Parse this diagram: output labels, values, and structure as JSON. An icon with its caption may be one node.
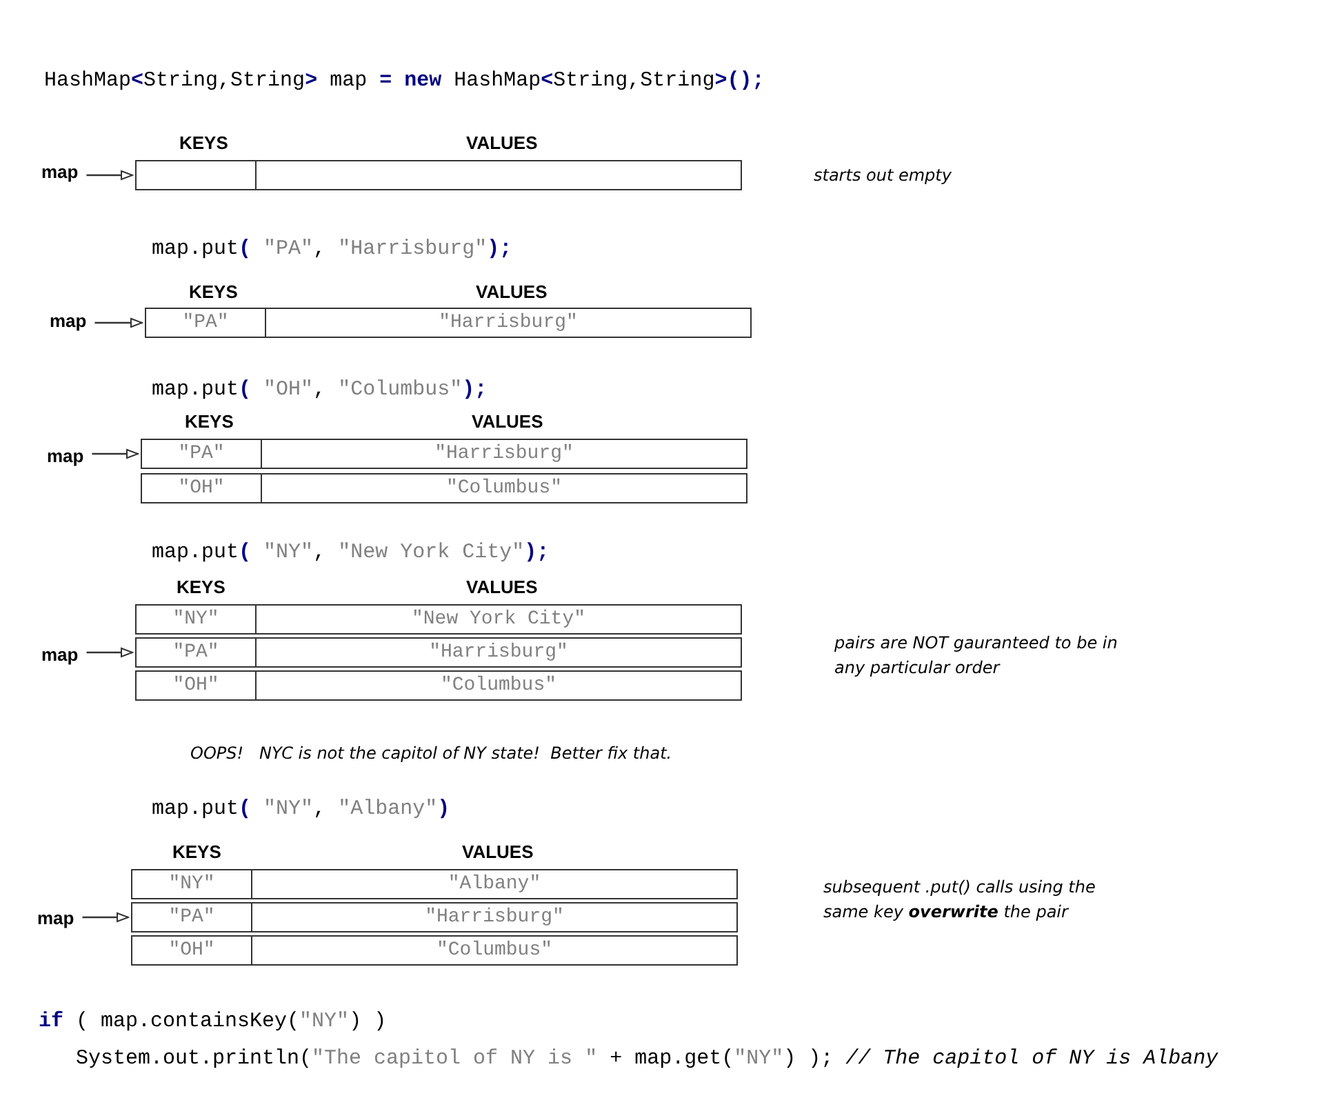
{
  "diagram": {
    "nodes": [
      {
        "text": [
          "map"
        ]
      },
      {
        "text": [
          "KEYS",
          "VALUES"
        ]
      },
      {
        "text": [
          "map"
        ]
      },
      {
        "text": [
          "KEYS",
          "VALUES",
          "\"PA\"",
          "\"Harrisburg\""
        ]
      },
      {
        "text": [
          "map"
        ]
      },
      {
        "text": [
          "KEYS",
          "VALUES",
          "\"PA\"",
          "\"Harrisburg\"",
          "\"OH\"",
          "\"Columbus\""
        ]
      },
      {
        "text": [
          "map"
        ]
      },
      {
        "text": [
          "KEYS",
          "VALUES",
          "\"NY\"",
          "\"New York City\"",
          "\"PA\"",
          "\"Harrisburg\"",
          "\"OH\"",
          "\"Columbus\""
        ]
      },
      {
        "text": [
          "map"
        ]
      },
      {
        "text": [
          "KEYS",
          "VALUES",
          "\"NY\"",
          "\"Albany\"",
          "\"PA\"",
          "\"Harrisburg\"",
          "\"OH\"",
          "\"Columbus\""
        ]
      }
    ],
    "edges": [
      {
        "from": 0,
        "to": 1,
        "arrow": "to"
      },
      {
        "from": 2,
        "to": 3,
        "arrow": "to"
      },
      {
        "from": 4,
        "to": 5,
        "arrow": "to"
      },
      {
        "from": 6,
        "to": 7,
        "arrow": "to"
      },
      {
        "from": 8,
        "to": 9,
        "arrow": "to"
      }
    ],
    "labels": [
      "HashMap**<**String,String**>** map **=** **new** HashMap**<**String,String**>();**",
      "starts out empty",
      "map.put**(** \"PA\", \"Harrisburg\"**);**",
      "map.put**(** \"OH\", \"Columbus\"**);**",
      "map.put**(** \"NY\", \"New York City\"**);**",
      "pairs are NOT gauranteed to be in any particular order",
      "OOPS!   NYC is not the capitol of NY state!  Better fix that.",
      "map.put**(** \"NY\", \"Albany\"**)**",
      "subsequent .put() calls using the same key **overwrite** the pair",
      "**if** ( map.containsKey(\"NY\") )",
      "System.out.println(\"The capitol of NY is \" + map.get(\"NY\") ); *// The capitol of NY is Albany*"
    ]
  }
}
